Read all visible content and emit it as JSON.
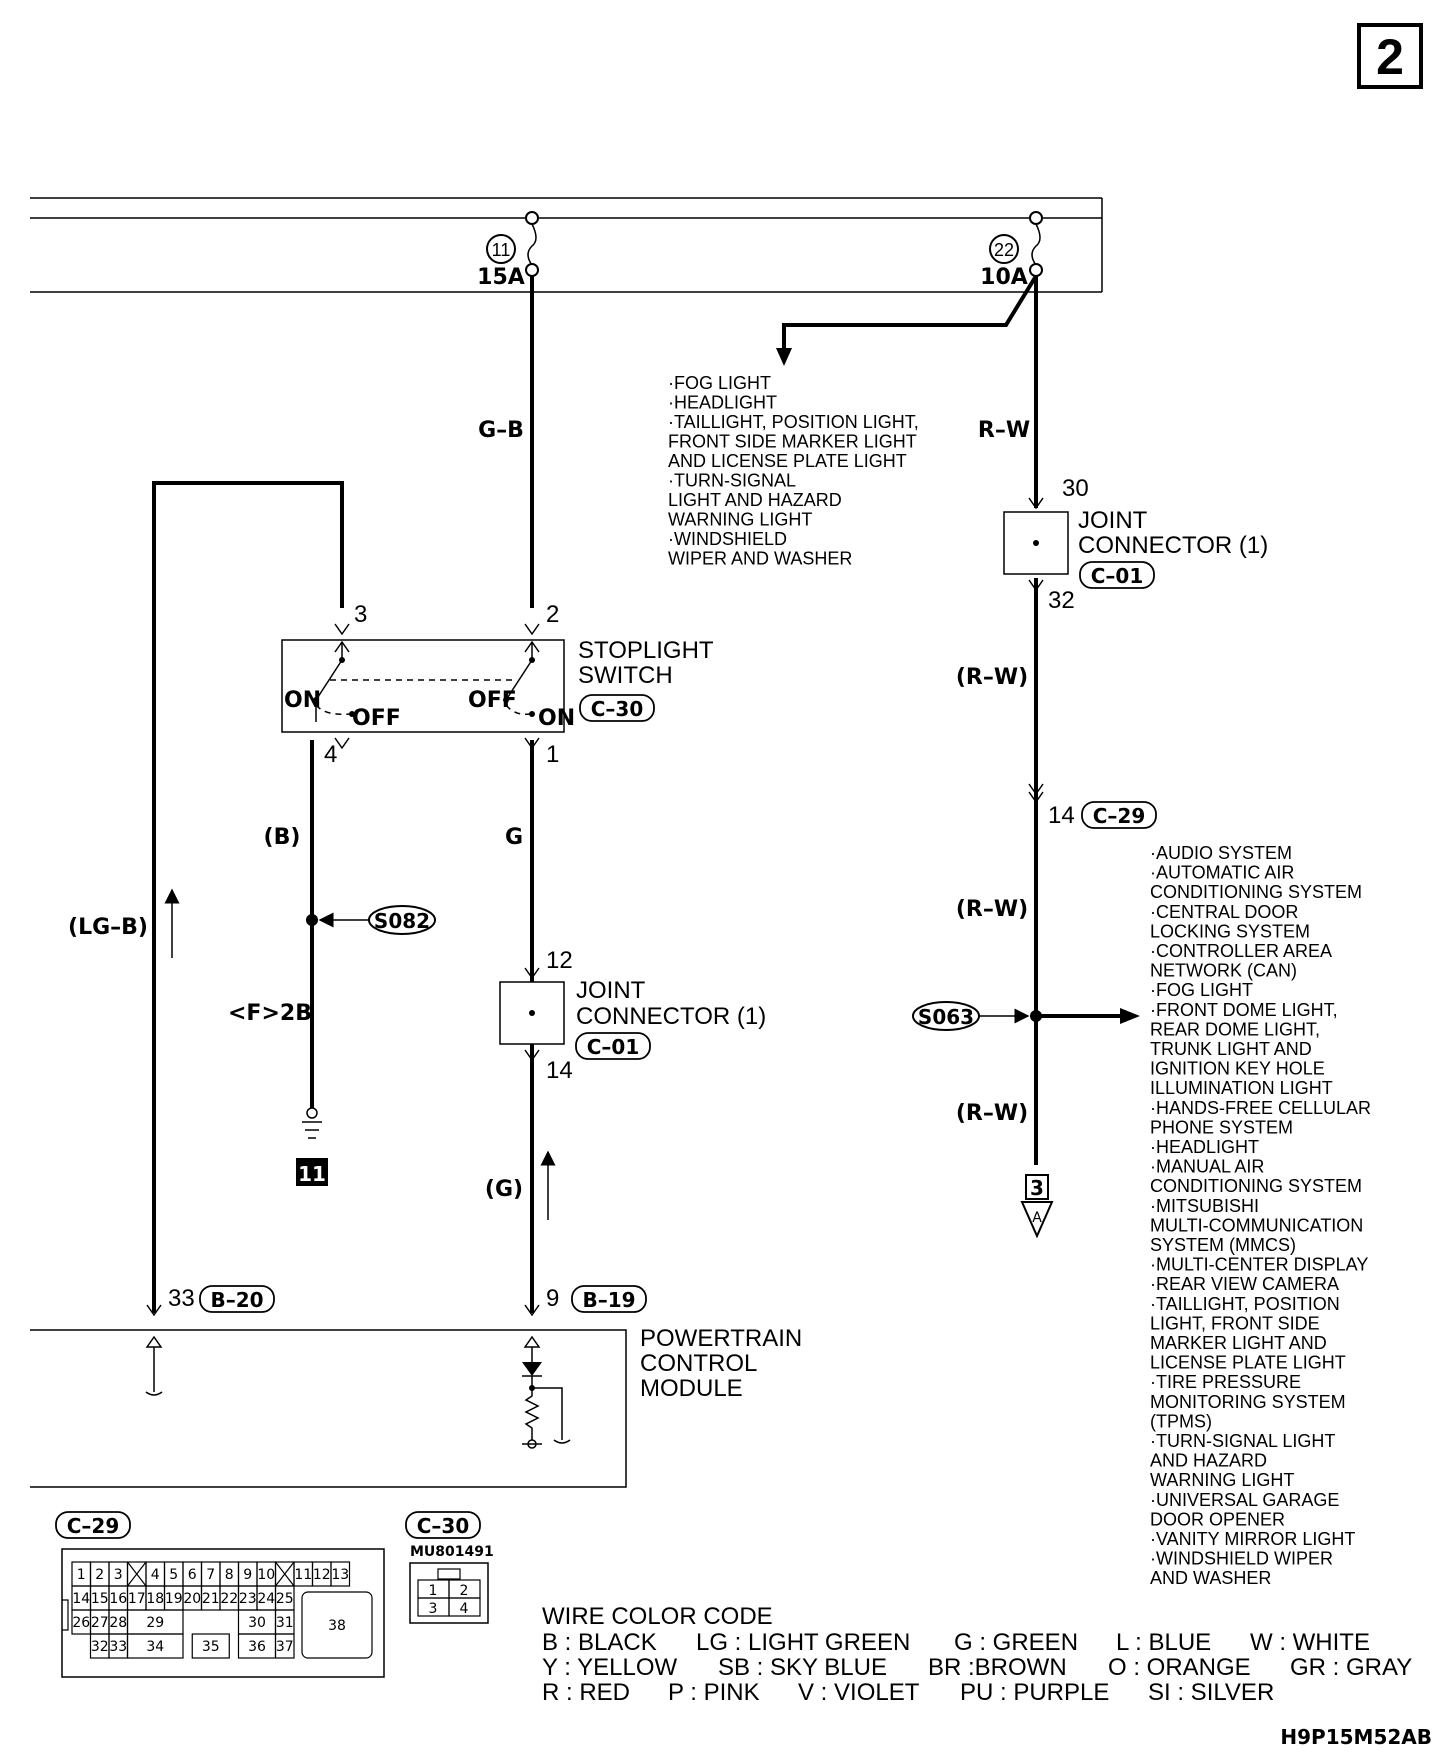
{
  "page_number": "2",
  "fuses": [
    {
      "number": "11",
      "rating": "15A"
    },
    {
      "number": "22",
      "rating": "10A"
    }
  ],
  "wires": {
    "g_b": "G–B",
    "r_w": "R–W",
    "r_w_paren": "(R–W)",
    "b_paren": "(B)",
    "g": "G",
    "g_paren": "(G)",
    "lg_b_paren": "(LG–B)",
    "f_2b": "<F>2B"
  },
  "upper_loads": [
    "·FOG LIGHT",
    "·HEADLIGHT",
    "·TAILLIGHT, POSITION LIGHT,",
    " FRONT SIDE MARKER LIGHT",
    " AND LICENSE PLATE LIGHT",
    "·TURN-SIGNAL",
    " LIGHT AND HAZARD",
    " WARNING LIGHT",
    "·WINDSHIELD",
    " WIPER AND WASHER"
  ],
  "joint_connector_right": {
    "line1": "JOINT",
    "line2": "CONNECTOR (1)",
    "code": "C–01",
    "pin_in": "30",
    "pin_out": "32"
  },
  "joint_connector_mid": {
    "line1": "JOINT",
    "line2": "CONNECTOR (1)",
    "code": "C–01",
    "pin_in": "12",
    "pin_out": "14"
  },
  "stoplight_switch": {
    "line1": "STOPLIGHT",
    "line2": "SWITCH",
    "code": "C–30",
    "pins": [
      "3",
      "2",
      "4",
      "1"
    ],
    "on": "ON",
    "off": "OFF"
  },
  "connector_c29_pin": {
    "pin": "14",
    "code": "C–29"
  },
  "splices": {
    "s082": "S082",
    "s063": "S063"
  },
  "ground": "11",
  "off_page": {
    "page": "3",
    "ref": "A"
  },
  "pcm": {
    "line1": "POWERTRAIN",
    "line2": "CONTROL",
    "line3": "MODULE",
    "pin_left": "33",
    "code_left": "B–20",
    "pin_right": "9",
    "code_right": "B–19"
  },
  "lower_loads": [
    "·AUDIO SYSTEM",
    "·AUTOMATIC AIR",
    " CONDITIONING SYSTEM",
    "·CENTRAL DOOR",
    " LOCKING SYSTEM",
    "·CONTROLLER AREA",
    " NETWORK (CAN)",
    "·FOG LIGHT",
    "·FRONT DOME LIGHT,",
    " REAR DOME LIGHT,",
    " TRUNK LIGHT AND",
    " IGNITION KEY HOLE",
    " ILLUMINATION LIGHT",
    "·HANDS-FREE CELLULAR",
    " PHONE SYSTEM",
    "·HEADLIGHT",
    "·MANUAL AIR",
    " CONDITIONING SYSTEM",
    "·MITSUBISHI",
    " MULTI-COMMUNICATION",
    " SYSTEM (MMCS)",
    "·MULTI-CENTER DISPLAY",
    "·REAR VIEW CAMERA",
    "·TAILLIGHT, POSITION",
    " LIGHT, FRONT SIDE",
    " MARKER LIGHT AND",
    " LICENSE PLATE LIGHT",
    "·TIRE PRESSURE",
    " MONITORING SYSTEM",
    " (TPMS)",
    "·TURN-SIGNAL LIGHT",
    " AND HAZARD",
    " WARNING LIGHT",
    "·UNIVERSAL GARAGE",
    " DOOR OPENER",
    "·VANITY MIRROR LIGHT",
    "·WINDSHIELD WIPER",
    " AND WASHER"
  ],
  "c29_connector": {
    "code": "C–29",
    "row1": [
      "1",
      "2",
      "3",
      "4",
      "5",
      "6",
      "7",
      "8",
      "9",
      "10",
      "11",
      "12",
      "13"
    ],
    "row2": [
      "14",
      "15",
      "16",
      "17",
      "18",
      "19",
      "20",
      "21",
      "22",
      "23",
      "24",
      "25"
    ],
    "row3": [
      "26",
      "27",
      "28",
      "29",
      "30",
      "31"
    ],
    "row4": [
      "32",
      "33",
      "34",
      "35",
      "36",
      "37"
    ],
    "big": "38"
  },
  "c30_connector": {
    "code": "C–30",
    "part": "MU801491",
    "pins": [
      "1",
      "2",
      "3",
      "4"
    ]
  },
  "wire_color_code": {
    "title": "WIRE COLOR CODE",
    "row1": [
      "B : BLACK",
      "LG : LIGHT GREEN",
      "G : GREEN",
      "L : BLUE",
      "W : WHITE"
    ],
    "row2": [
      "Y : YELLOW",
      "SB : SKY BLUE",
      "BR :BROWN",
      "O : ORANGE",
      "GR : GRAY"
    ],
    "row3": [
      "R : RED",
      "P : PINK",
      "V : VIOLET",
      "PU : PURPLE",
      "SI : SILVER"
    ]
  },
  "figure_code": "H9P15M52AB"
}
